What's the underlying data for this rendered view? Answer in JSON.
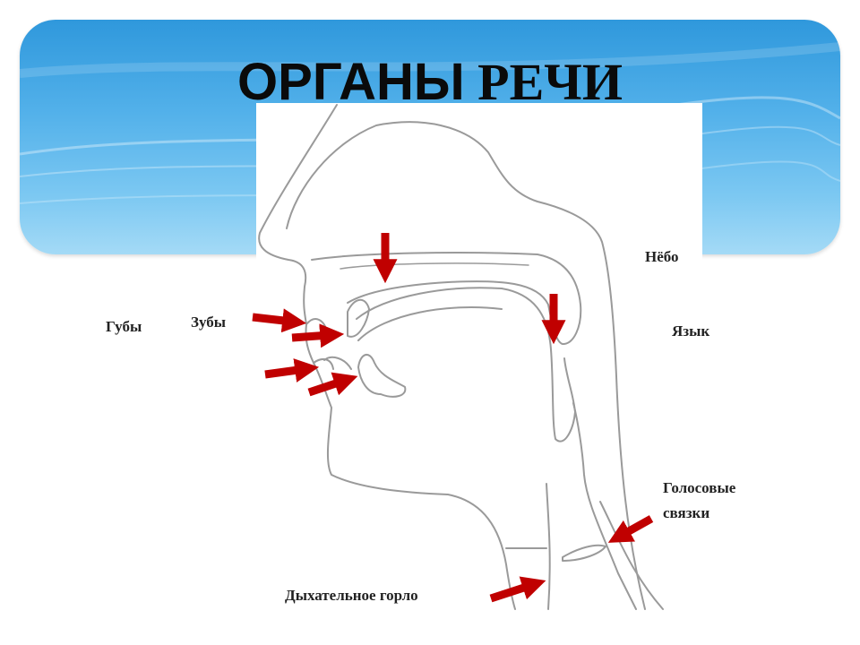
{
  "title": {
    "part1": "ОРГАНЫ",
    "part2": "РЕЧИ"
  },
  "labels": {
    "palate": "Нёбо",
    "tongue": "Язык",
    "lips": "Губы",
    "teeth": "Зубы",
    "vocal_cords_1": "Голосовые",
    "vocal_cords_2": "связки",
    "windpipe": "Дыхательное горло"
  },
  "colors": {
    "arrow": "#c00000",
    "banner": "#4aaee8",
    "outline": "#9a9a9a"
  }
}
